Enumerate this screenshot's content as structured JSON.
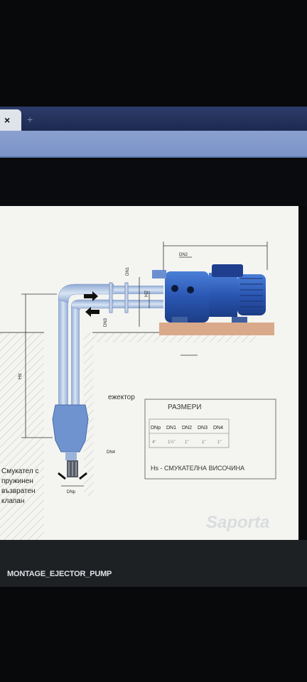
{
  "browser": {
    "tab_close_glyph": "×",
    "new_tab_glyph": "+"
  },
  "diagram": {
    "ejector_label": "ежектор",
    "dimensions_title": "РАЗМЕРИ",
    "table_headers": [
      "DNp",
      "DN1",
      "DN2",
      "DN3",
      "DN4"
    ],
    "table_values": [
      "4\"",
      "1¼\"",
      "1\"",
      "1\"",
      "1\""
    ],
    "height_note": "Hs - СМУКАТЕЛНА ВИСОЧИНА",
    "foot_valve_label": [
      "Смукател с",
      "пружинен",
      "възвратен",
      "клапан"
    ],
    "dim_dn1": "DN1",
    "dim_dn2": "DN2",
    "dim_dn3": "DN3",
    "dim_dn4": "DN4",
    "dim_dnp": "DNp",
    "dim_h2": "H2",
    "dim_hs": "Hs",
    "watermark": "Saporta"
  },
  "caption": {
    "title": "MONTAGE_EJECTOR_PUMP"
  },
  "colors": {
    "pump_blue": "#2f5fbd",
    "pipe_blue": "#a9c0e0",
    "floor_wood": "#d9a98a",
    "tabbar": "#25335e",
    "urlbar": "#8299cc"
  }
}
